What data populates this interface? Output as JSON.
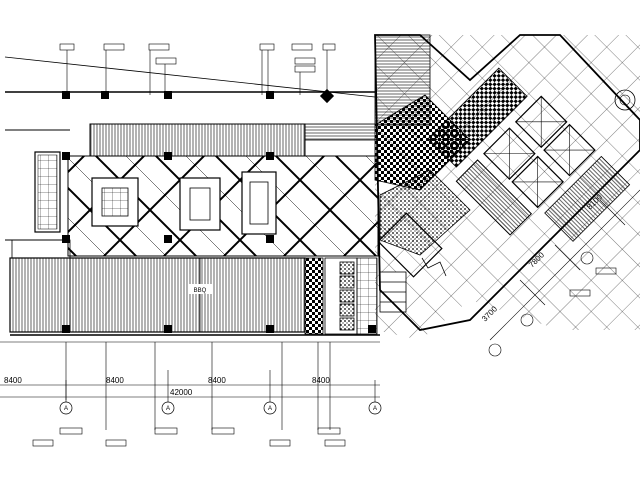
{
  "bottom_dimensions": {
    "segments": [
      "8400",
      "8400",
      "8400",
      "8400"
    ],
    "total": "42000"
  },
  "right_dimensions": {
    "d1": "3700",
    "d2": "7800",
    "d3": "8100"
  },
  "hall_label": "BBQ",
  "axis_markers": [
    "A",
    "A",
    "A",
    "A"
  ],
  "colors": {
    "line": "#000000",
    "background": "#ffffff"
  }
}
